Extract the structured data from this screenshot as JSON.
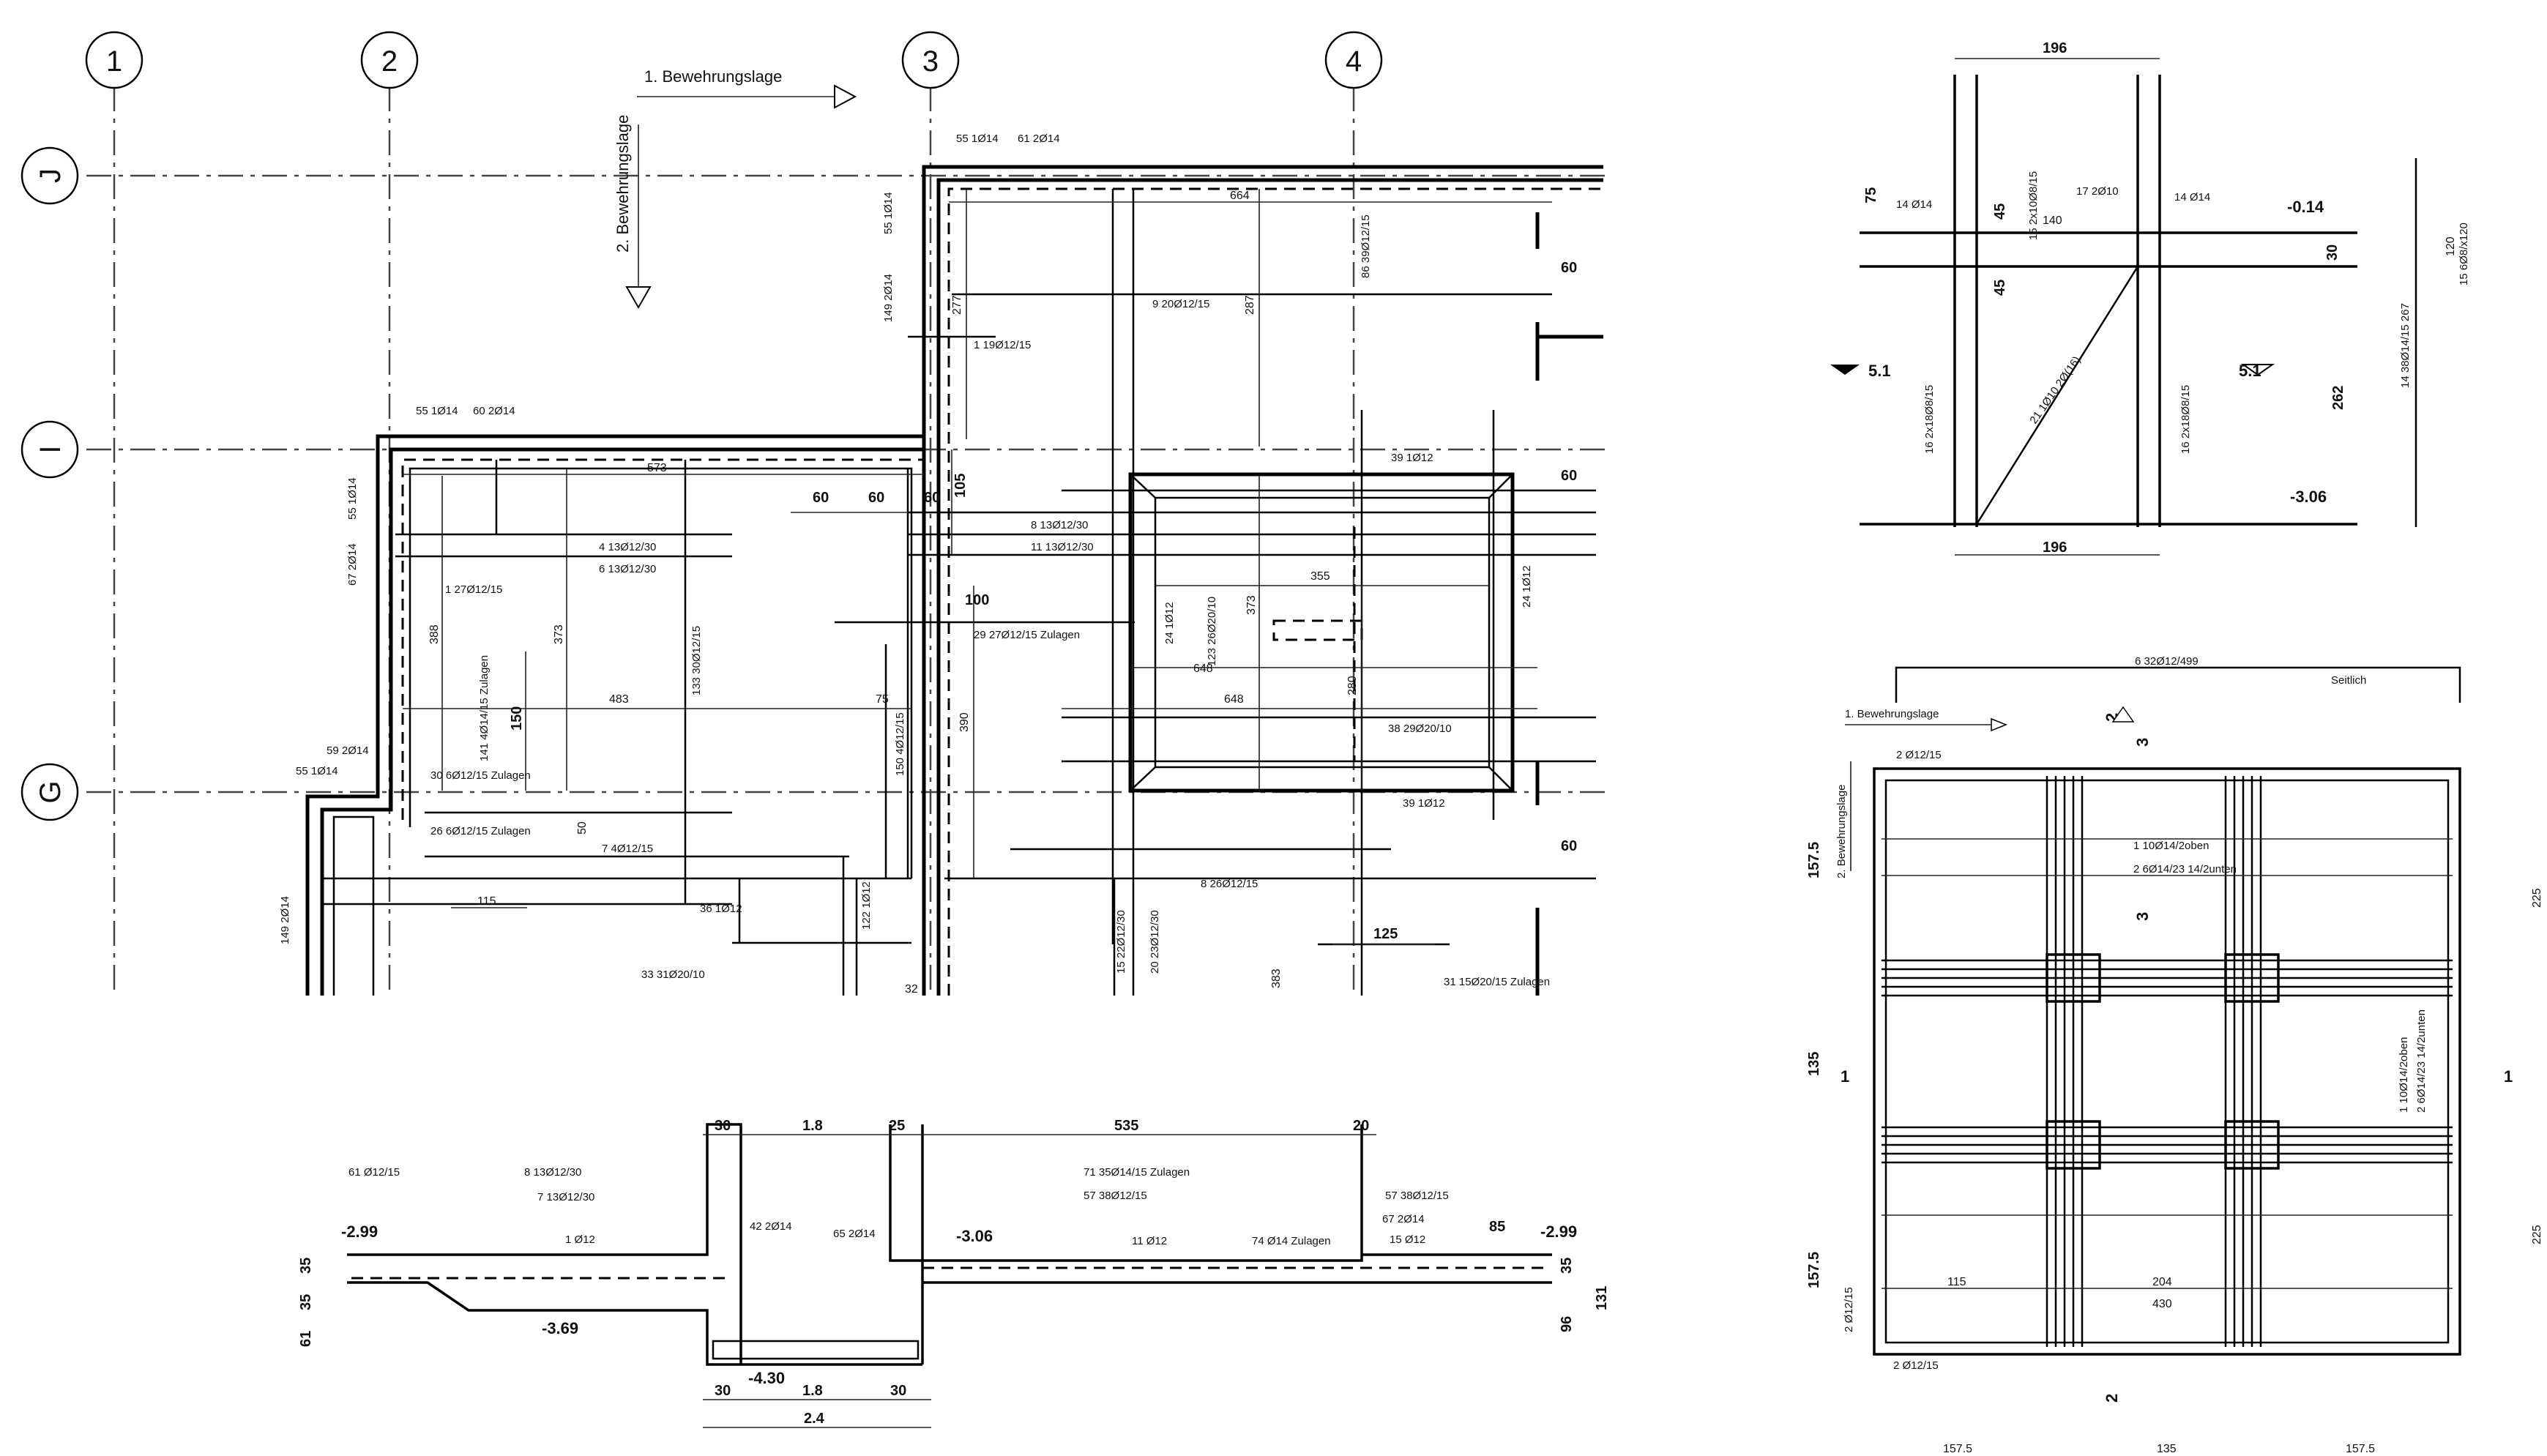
{
  "plan": {
    "axes_v": [
      {
        "label": "1"
      },
      {
        "label": "2"
      },
      {
        "label": "3"
      },
      {
        "label": "4"
      }
    ],
    "axes_h": [
      {
        "label": "J"
      },
      {
        "label": "I"
      },
      {
        "label": "G"
      }
    ],
    "layer1": "1. Bewehrungslage",
    "layer2": "2. Bewehrungslage",
    "labels": {
      "l55a": "55 1Ø14",
      "l61a": "61 2Ø14",
      "l55b": "55 1Ø14",
      "l60a": "60 2Ø14",
      "l55c": "55 1Ø14",
      "l67": "67 2Ø14",
      "l1a": "1 27Ø12/15",
      "l4": "4 13Ø12/30",
      "l6": "6 13Ø12/30",
      "l9": "9 20Ø12/15",
      "l1b": "1 19Ø12/15",
      "l8a": "8 13Ø12/30",
      "l11": "11 13Ø12/30",
      "l29a": "29 27Ø12/15 Zulagen",
      "l39a": "39 1Ø12",
      "l24a": "24 1Ø12",
      "l24b": "24 1Ø12",
      "l123": "123 26Ø20/10",
      "l38": "38 29Ø20/10",
      "l39b": "39 1Ø12",
      "l8b": "8 26Ø12/15",
      "l30": "30 6Ø12/15 Zulagen",
      "l26": "26 6Ø12/15 Zulagen",
      "l7": "7 4Ø12/15",
      "l36": "36 1Ø12",
      "l33": "33 31Ø20/10",
      "l31": "31 15Ø20/15 Zulagen",
      "l141": "141 4Ø14/15 Zulagen",
      "l133": "133 30Ø12/15",
      "l150": "150 4Ø12/15",
      "l122": "122 1Ø12",
      "l15": "15 22Ø12/30",
      "l20": "20 23Ø12/30",
      "l59": "59 2Ø14",
      "l55d": "55 1Ø14",
      "l55e": "55 1Ø14",
      "l149a": "149 2Ø14",
      "l149b": "149 2Ø14",
      "l86": "86 39Ø12/15"
    },
    "dims": {
      "d664": "664",
      "d287": "287",
      "d277": "277",
      "d573": "573",
      "d60a": "60",
      "d60b": "60",
      "d60c": "60",
      "d60d": "60",
      "d60e": "60",
      "d60f": "60",
      "d105": "105",
      "d100": "100",
      "d388": "388",
      "d373a": "373",
      "d373b": "373",
      "d355": "355",
      "d648a": "648",
      "d648b": "648",
      "d483": "483",
      "d75": "75",
      "d390": "390",
      "d150": "150",
      "d280": "280",
      "d125": "125",
      "d115": "115",
      "d50": "50",
      "d383": "383",
      "d32": "32"
    }
  },
  "section": {
    "labels": {
      "s61": "61 Ø12/15",
      "s8": "8 13Ø12/30",
      "s7": "7 13Ø12/30",
      "s1": "1 Ø12",
      "s42": "42 2Ø14",
      "s65": "65 2Ø14",
      "s71": "71 35Ø14/15 Zulagen",
      "s57a": "57 38Ø12/15",
      "s57b": "57 38Ø12/15",
      "s67": "67 2Ø14",
      "s11": "11 Ø12",
      "s74": "74 Ø14  Zulagen",
      "s15": "15 Ø12"
    },
    "levels": {
      "l1": "-2.99",
      "l2": "-3.69",
      "l3": "-3.06",
      "l4": "-4.30",
      "l5": "-2.99"
    },
    "dims": {
      "t30a": "30",
      "t18": "1.8",
      "t25": "25",
      "t535": "535",
      "t20": "20",
      "t85": "85",
      "b30a": "30",
      "b18": "1.8",
      "b30b": "30",
      "b24": "2.4",
      "v35a": "35",
      "v35b": "35",
      "v61": "61",
      "v35c": "35",
      "v96": "96",
      "v131": "131"
    }
  },
  "detail1": {
    "labels": {
      "d14a": "14 Ø14",
      "d15": "15 2x10Ø8/15",
      "d17": "17 2Ø10",
      "d14b": "14 Ø14",
      "d16a": "16 2x18Ø8/15",
      "d16b": "16 2x18Ø8/15",
      "diag": "21 1Ø10 2Ø(16)",
      "d14c": "14 38Ø14/15 267",
      "d15b": "15 6Ø8/x120"
    },
    "dims": {
      "w196a": "196",
      "w196b": "196",
      "h75": "75",
      "h45a": "45",
      "h45b": "45",
      "w140": "140",
      "h30": "30",
      "h262": "262",
      "v120": "120"
    },
    "levels": {
      "lv1": "-0.14",
      "lv2": "-3.06"
    },
    "sections": {
      "s51a": "5.1",
      "s51b": "5.1"
    }
  },
  "detail2": {
    "title": "Seitlich",
    "layer1": "1. Bewehrungslage",
    "layer2": "2. Bewehrungslage",
    "labels": {
      "top": "6 32Ø12/499",
      "tl": "2 Ø12/15",
      "c1": "1 10Ø14/2oben",
      "c2": "2 6Ø14/23 14/2unten",
      "rt": "1 10Ø14/2oben",
      "rt2": "2 6Ø14/23 14/2unten",
      "bl": "2 Ø12/15",
      "bl2": "2 Ø12/15"
    },
    "dims": {
      "v1575a": "157.5",
      "v135": "135",
      "v1575b": "157.5",
      "b1575a": "157.5",
      "b135": "135",
      "b1575b": "157.5",
      "w115a": "115",
      "w204": "204",
      "w430": "430",
      "r225a": "225",
      "r225b": "225"
    },
    "sections": {
      "s2a": "2",
      "s3a": "3",
      "s3b": "3",
      "s1a": "1",
      "s1b": "1",
      "s2b": "2"
    }
  }
}
